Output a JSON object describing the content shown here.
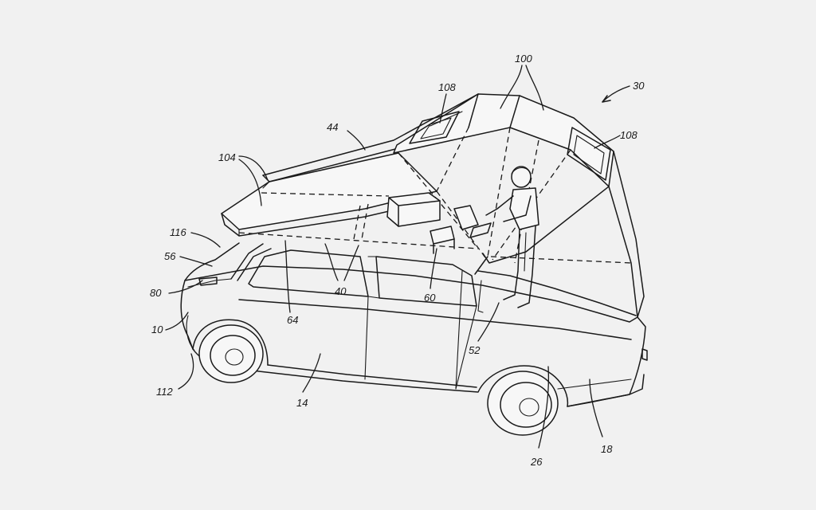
{
  "figure": {
    "background": "#f1f1f1",
    "line_color": "#1a1a1a",
    "labels": {
      "r100": "100",
      "r30": "30",
      "r108a": "108",
      "r108b": "108",
      "r44": "44",
      "r104": "104",
      "r116": "116",
      "r56": "56",
      "r80": "80",
      "r10": "10",
      "r112": "112",
      "r64": "64",
      "r40": "40",
      "r60": "60",
      "r52": "52",
      "r14": "14",
      "r26": "26",
      "r18": "18"
    }
  }
}
